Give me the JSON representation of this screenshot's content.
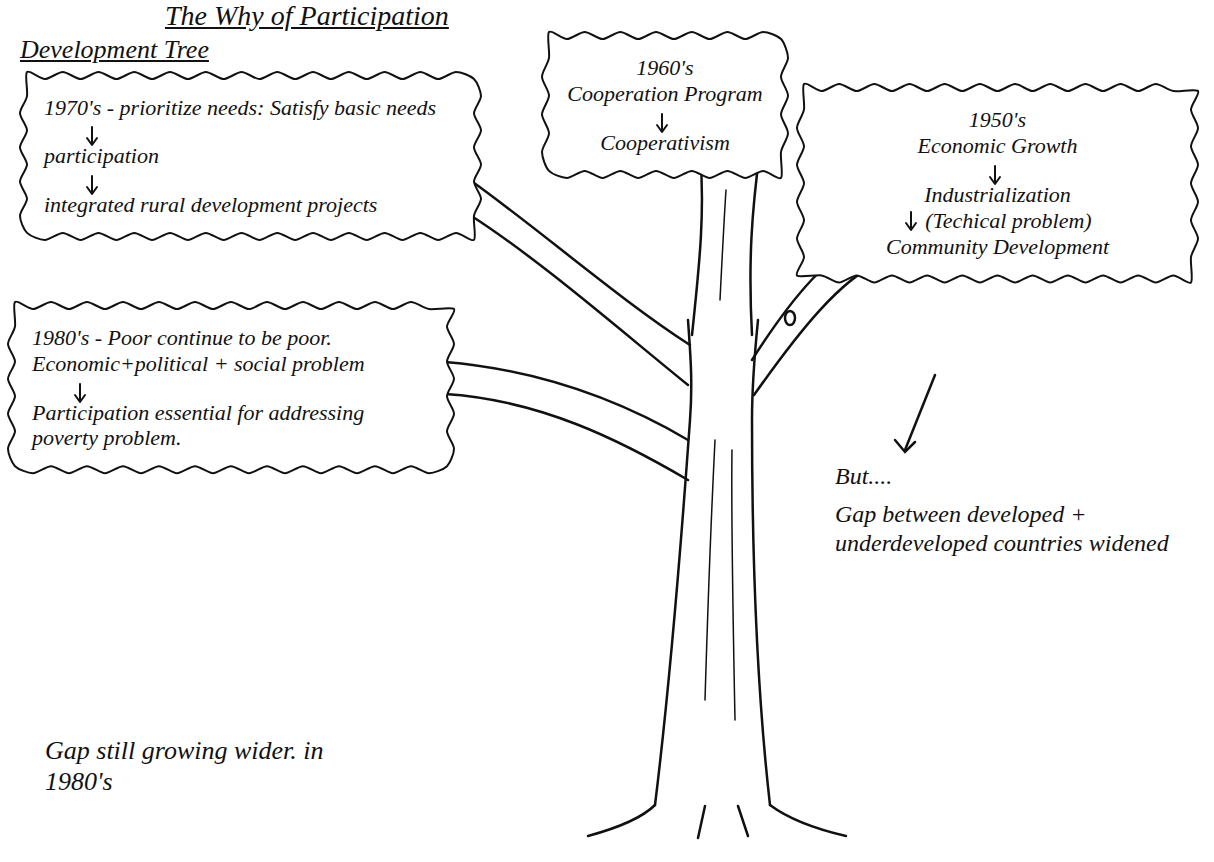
{
  "diagram": {
    "title": "The Why of Participation",
    "nodes": [
      {
        "text": [
          "1960's",
          "Cooperation Program",
          "Cooperativism"
        ]
      },
      {
        "text": [
          "1970's - prioritize needs: Satisfy basic needs",
          "participation",
          "integrated rural development projects"
        ]
      },
      {
        "text": [
          "1950's",
          "Economic Growth",
          "Industrialization",
          "(Techical problem)",
          "Community Development"
        ]
      },
      {
        "text": [
          "1980's - Poor continue to be poor.",
          "Economic+political + social problem",
          "Participation essential for addressing poverty problem."
        ]
      }
    ],
    "labels": [
      "Development Tree",
      "But....",
      "Gap between developed + underdeveloped countries widened",
      "Gap still growing wider. in 1980's"
    ]
  }
}
